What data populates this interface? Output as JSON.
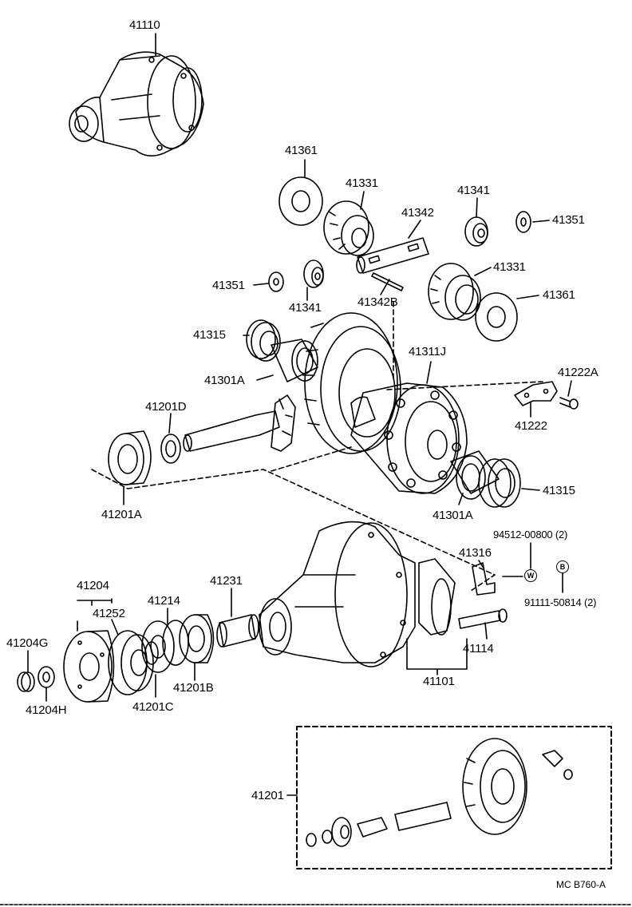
{
  "parts": {
    "p41110": "41110",
    "p41361a": "41361",
    "p41331a": "41331",
    "p41342": "41342",
    "p41341a": "41341",
    "p41351a": "41351",
    "p41351b": "41351",
    "p41341b": "41341",
    "p41342b": "41342B",
    "p41331b": "41331",
    "p41361b": "41361",
    "p41315a": "41315",
    "p41311j": "41311J",
    "p41222a": "41222A",
    "p41301a_a": "41301A",
    "p41201d": "41201D",
    "p41222": "41222",
    "p41201a": "41201A",
    "p41301a_b": "41301A",
    "p41315b": "41315",
    "p94512": "94512-00800 (2)",
    "p41316": "41316",
    "p91111": "91111-50814 (2)",
    "p41204": "41204",
    "p41231": "41231",
    "p41214": "41214",
    "p41252": "41252",
    "p41204g": "41204G",
    "p41114": "41114",
    "p41201b": "41201B",
    "p41101": "41101",
    "p41204h": "41204H",
    "p41201c": "41201C",
    "p41201": "41201"
  },
  "badges": {
    "w": "W",
    "b": "B"
  },
  "diagram_code": "MC   B760-A"
}
